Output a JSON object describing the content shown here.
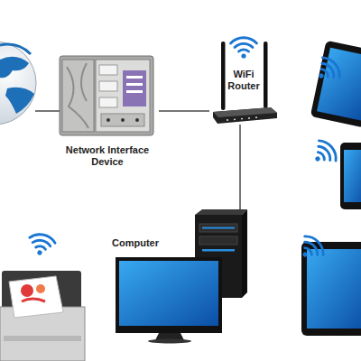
{
  "diagram": {
    "nodes": [
      {
        "text": [
          "Network Interface Device"
        ]
      },
      {
        "text": [
          "WiFi Router"
        ]
      },
      {
        "text": [
          "Computer"
        ]
      }
    ],
    "edges": [
      {
        "from": 0,
        "to": 1,
        "arrow": "none"
      },
      {
        "from": 1,
        "to": 2,
        "arrow": "none"
      }
    ]
  }
}
